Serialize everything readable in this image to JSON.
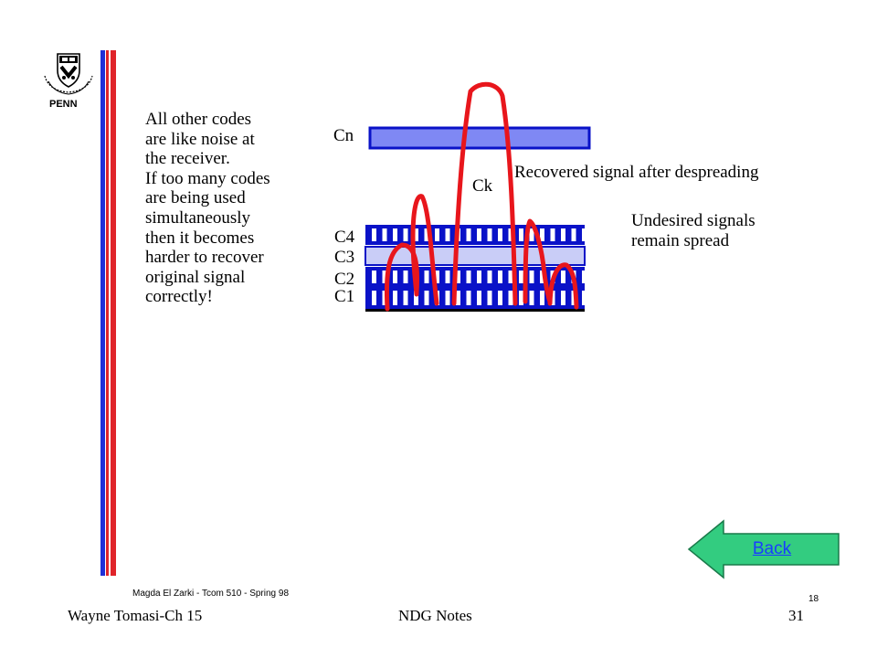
{
  "logo": {
    "label": "PENN"
  },
  "main_text": {
    "lines": [
      "All other codes",
      "are like noise at",
      "the receiver.",
      "If too many codes",
      "are being used",
      "simultaneously",
      "then it becomes",
      "harder to recover",
      "original signal",
      "correctly!"
    ]
  },
  "diagram": {
    "labels": {
      "cn": "Cn",
      "ck": "Ck",
      "c4": "C4",
      "c3": "C3",
      "c2": "C2",
      "c1": "C1",
      "recovered": "Recovered signal after despreading",
      "undesired_1": "Undesired signals",
      "undesired_2": "remain spread"
    },
    "colors": {
      "band_fill": "#7f88f4",
      "band_stroke": "#0a12c8",
      "stripe_bar": "#0a12c8",
      "signal_curve": "#e8161c"
    }
  },
  "navigation": {
    "back_label": "Back",
    "back_color": "#33cc80"
  },
  "footer": {
    "credit": "Magda El Zarki - Tcom 510 - Spring 98",
    "original_page": "18",
    "left": "Wayne Tomasi-Ch 15",
    "center": "NDG Notes",
    "page_number": "31"
  }
}
